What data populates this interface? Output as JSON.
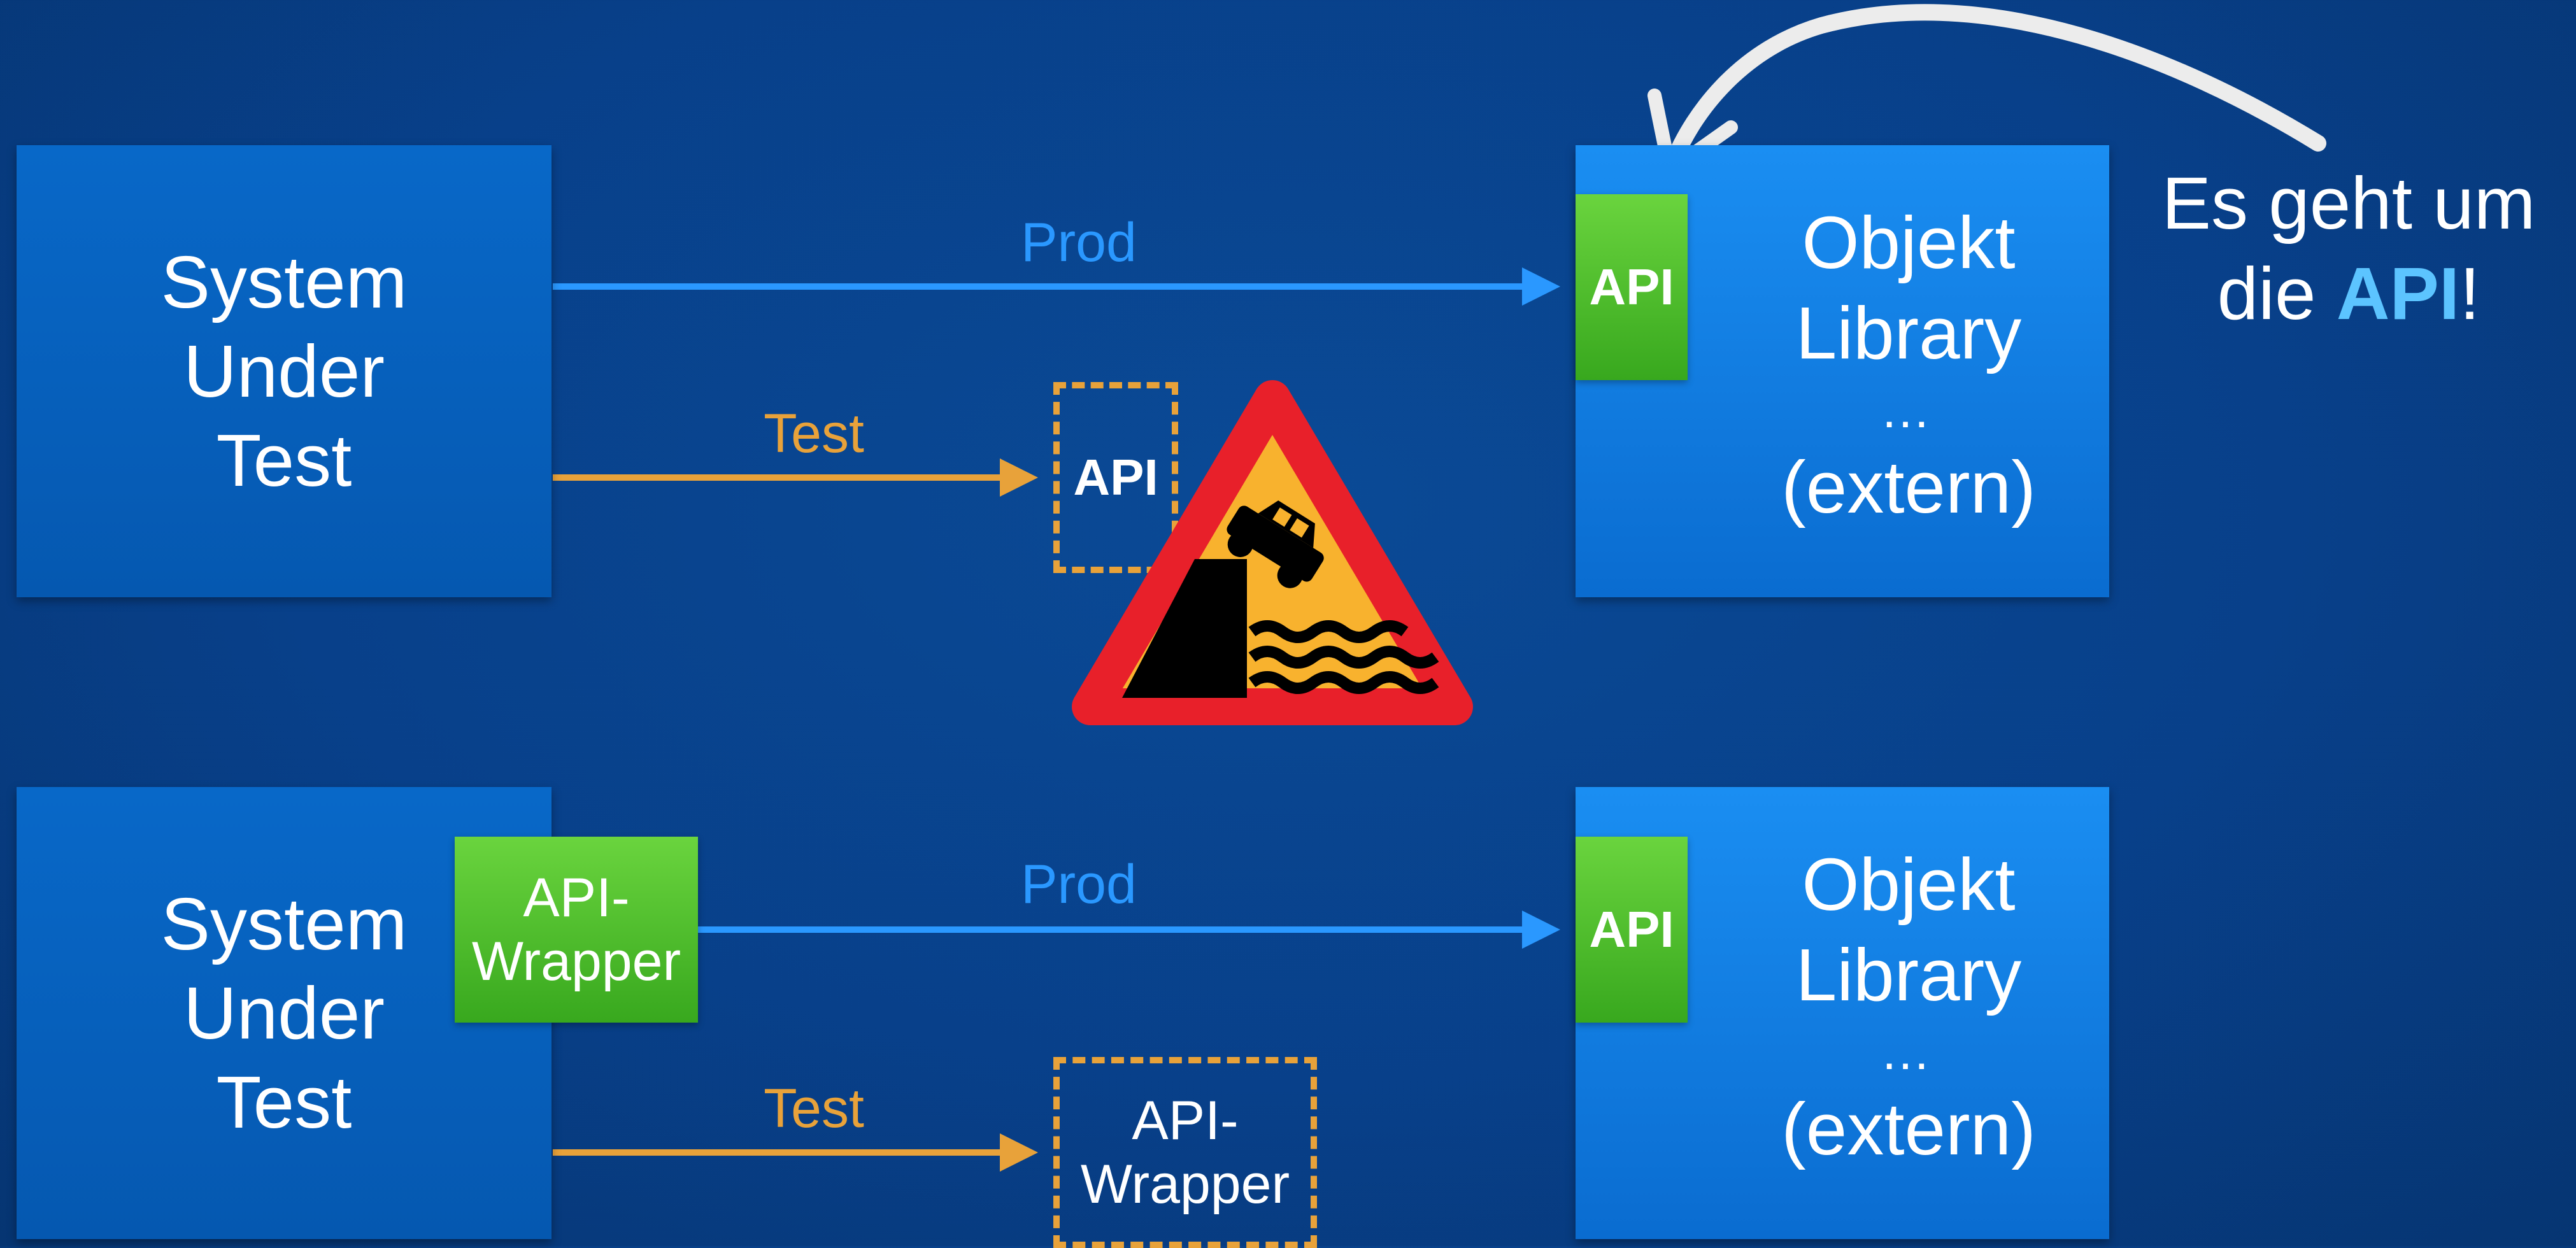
{
  "top": {
    "sut_lines": [
      "System",
      "Under",
      "Test"
    ],
    "lib_lines": [
      "Objekt",
      "Library",
      "…",
      "(extern)"
    ],
    "api_tab": "API",
    "prod_label": "Prod",
    "test_label": "Test",
    "test_target": "API"
  },
  "bottom": {
    "sut_lines": [
      "System",
      "Under",
      "Test"
    ],
    "wrapper_lines": [
      "API-",
      "Wrapper"
    ],
    "lib_lines": [
      "Objekt",
      "Library",
      "…",
      "(extern)"
    ],
    "api_tab": "API",
    "prod_label": "Prod",
    "test_label": "Test",
    "test_target_lines": [
      "API-",
      "Wrapper"
    ]
  },
  "callout": {
    "line1": "Es geht um",
    "line2_prefix": "die ",
    "line2_emphasis": "API",
    "line2_suffix": "!"
  },
  "icons": [
    "warning-sign-car-falling-into-water",
    "curved-arrow"
  ],
  "colors": {
    "prod": "#2a98ff",
    "test": "#e8a23a",
    "api_green": "#4cbc2c",
    "warning_red": "#e8202a",
    "warning_yellow": "#f8b22e"
  }
}
